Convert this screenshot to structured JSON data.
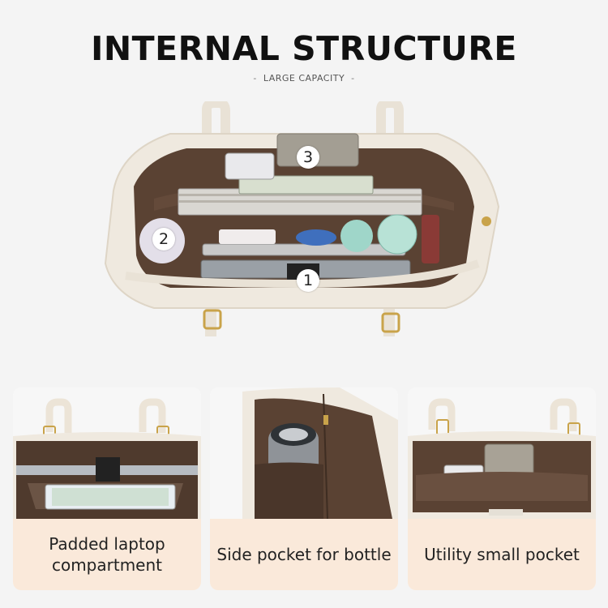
{
  "header": {
    "title": "INTERNAL STRUCTURE",
    "subtitle": "LARGE CAPACITY",
    "subtitle_dash_left": "-",
    "subtitle_dash_right": "-"
  },
  "hero": {
    "markers": [
      {
        "label": "1"
      },
      {
        "label": "2"
      },
      {
        "label": "3"
      }
    ]
  },
  "cards": [
    {
      "caption": "Padded laptop compartment"
    },
    {
      "caption": "Side pocket for bottle"
    },
    {
      "caption": "Utility small pocket"
    }
  ],
  "colors": {
    "background": "#f4f4f4",
    "bag_exterior": "#efe9df",
    "bag_lining": "#5a4233",
    "caption_band": "#fae9da",
    "hardware_gold": "#c9a34a"
  }
}
